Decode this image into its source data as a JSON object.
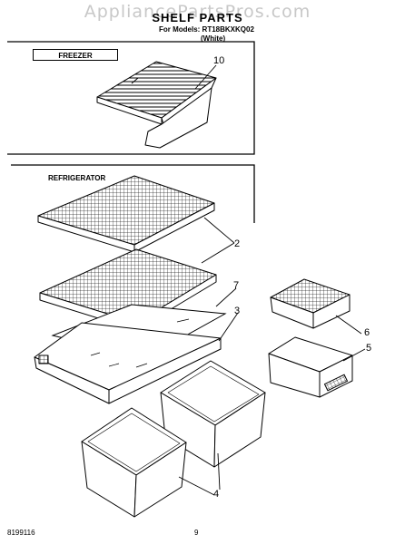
{
  "watermark": "AppliancePartsPros.com",
  "header": {
    "title": "SHELF PARTS",
    "models": "For Models: RT18BKXKQ02",
    "color": "(White)"
  },
  "sections": {
    "freezer": "FREEZER",
    "refrigerator": "REFRIGERATOR"
  },
  "callouts": [
    "10",
    "2",
    "7",
    "3",
    "6",
    "5",
    "4"
  ],
  "footer": {
    "doc_number": "8199116",
    "page_number": "9"
  }
}
